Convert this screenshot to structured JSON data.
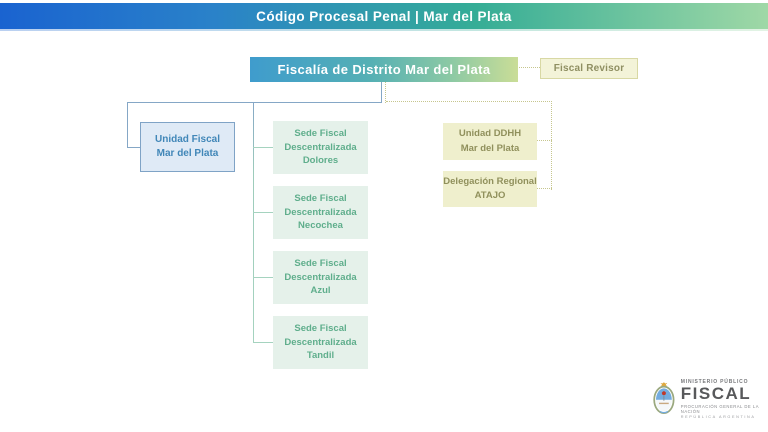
{
  "header": {
    "title": "Código Procesal Penal | Mar del Plata"
  },
  "org": {
    "root": {
      "label": "Fiscalía de Distrito Mar del Plata"
    },
    "revisor": {
      "label": "Fiscal Revisor"
    },
    "unidad_fiscal": {
      "lines": [
        "Unidad Fiscal",
        "Mar del Plata"
      ]
    },
    "sedes": [
      {
        "lines": [
          "Sede Fiscal",
          "Descentralizada",
          "Dolores"
        ]
      },
      {
        "lines": [
          "Sede Fiscal",
          "Descentralizada",
          "Necochea"
        ]
      },
      {
        "lines": [
          "Sede Fiscal",
          "Descentralizada",
          "Azul"
        ]
      },
      {
        "lines": [
          "Sede Fiscal",
          "Descentralizada",
          "Tandil"
        ]
      }
    ],
    "right_units": [
      {
        "lines": [
          "Unidad DDHH",
          "Mar del Plata"
        ]
      },
      {
        "lines": [
          "Delegación Regional",
          "ATAJO"
        ]
      }
    ]
  },
  "logo": {
    "line1": "MINISTERIO PÚBLICO",
    "line2": "FISCAL",
    "line3": "PROCURACIÓN GENERAL DE LA NACIÓN",
    "line4": "REPÚBLICA ARGENTINA"
  },
  "colors": {
    "header_gradient": [
      "#1a63d0",
      "#35ad96",
      "#9fd8a6"
    ],
    "root_gradient": [
      "#3f9ccd",
      "#cadd97"
    ],
    "blue_box_bg": "#dfeaf6",
    "blue_box_border": "#7fa3c6",
    "blue_text": "#4187b8",
    "green_box_bg": "#e5f1ea",
    "green_text": "#5fae8c",
    "yellow_box_bg": "#efefcd",
    "yellow_text": "#90905c",
    "solid_connector": "#85a7c6",
    "green_connector": "#a5d3bf",
    "dotted_connector": "#c6c68e"
  }
}
